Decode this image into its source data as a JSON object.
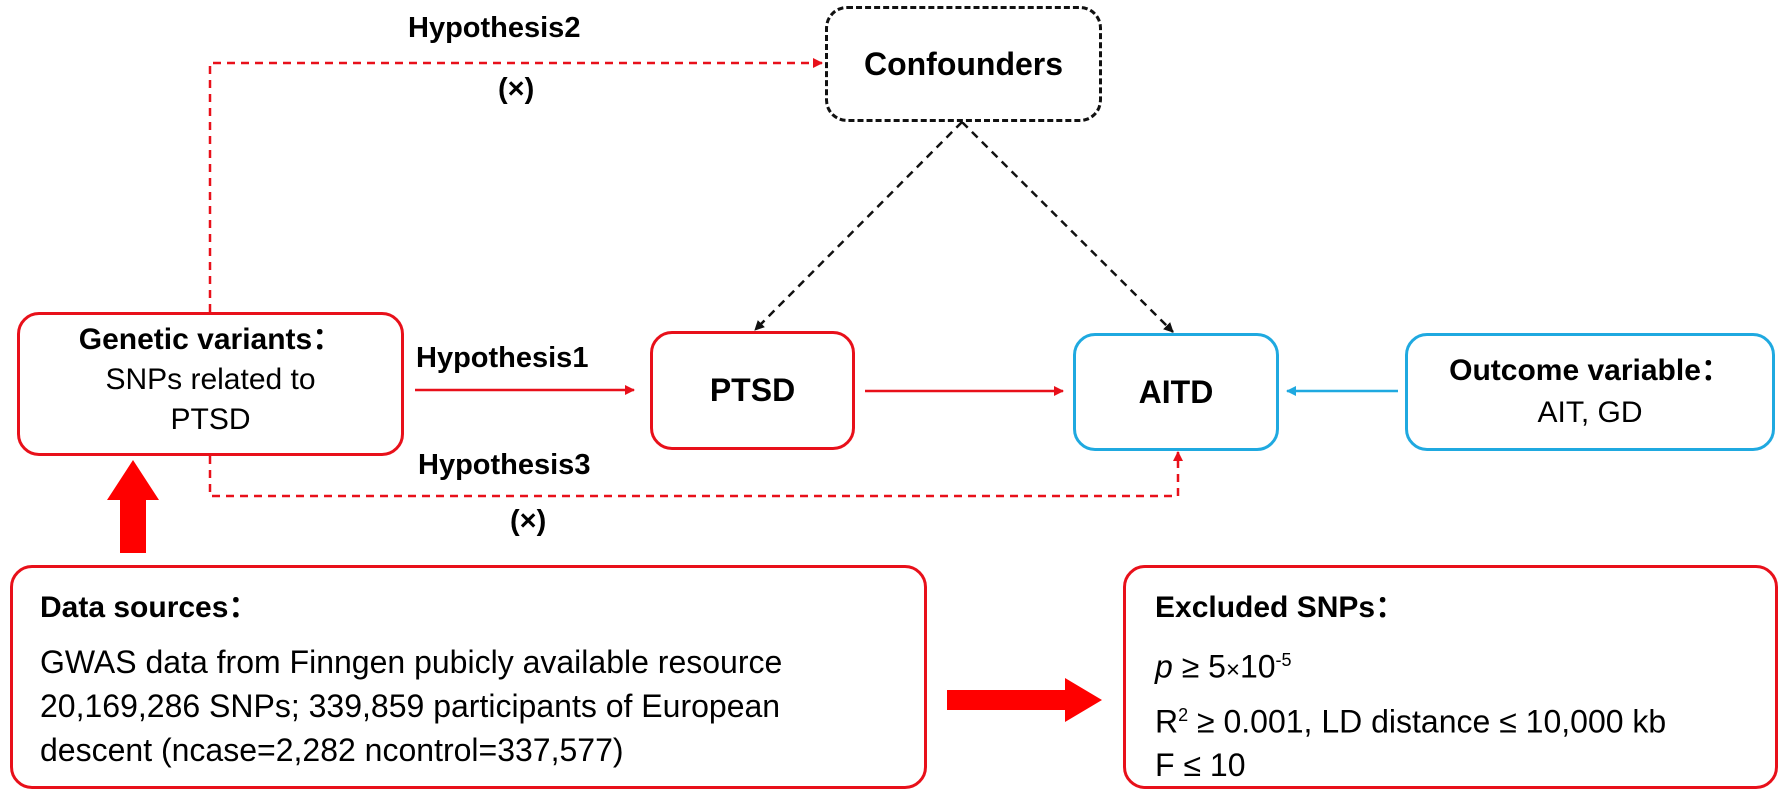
{
  "nodes": {
    "confounders": "Confounders",
    "genetic_variants": {
      "title": "Genetic variants：",
      "line1": "SNPs related to",
      "line2": "PTSD"
    },
    "ptsd": "PTSD",
    "aitd": "AITD",
    "outcome": {
      "title": "Outcome variable：",
      "line1": "AIT, GD"
    },
    "data_sources": {
      "title": "Data sources：",
      "line1": "GWAS data from Finngen pubicly available resource",
      "line2": "20,169,286 SNPs; 339,859 participants of European",
      "line3": "descent (ncase=2,282 ncontrol=337,577)"
    },
    "excluded": {
      "title": "Excluded SNPs：",
      "p_sym": "p",
      "p_rest": " ≥ 5",
      "times": "×",
      "ten": "10",
      "p_exp": "-5",
      "r_sym": "R",
      "r_exp": "2",
      "r_rest": " ≥ 0.001, LD distance ≤ 10,000 kb",
      "f_line": "F ≤ 10"
    }
  },
  "labels": {
    "hypothesis1": "Hypothesis1",
    "hypothesis2": "Hypothesis2",
    "hypothesis2_mark": "(×)",
    "hypothesis3": "Hypothesis3",
    "hypothesis3_mark": "(×)"
  },
  "colors": {
    "red": "#e8101a",
    "blue": "#1fa9e0",
    "dashed": "#111111"
  }
}
